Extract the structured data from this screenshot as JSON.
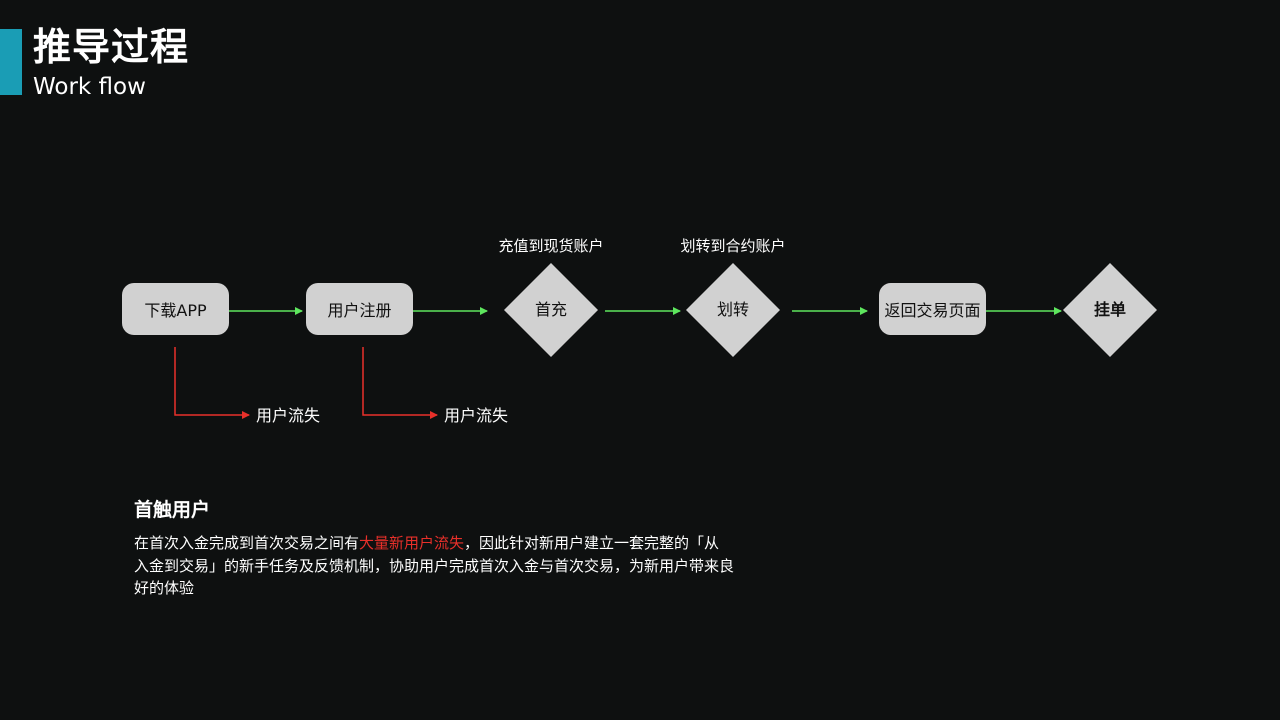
{
  "header": {
    "title": "推导过程",
    "subtitle": "Work flow"
  },
  "flow": {
    "nodes": [
      {
        "label": "下载APP",
        "shape": "rounded-rect"
      },
      {
        "label": "用户注册",
        "shape": "rounded-rect"
      },
      {
        "label": "首充",
        "shape": "diamond",
        "above": "充值到现货账户"
      },
      {
        "label": "划转",
        "shape": "diamond",
        "above": "划转到合约账户"
      },
      {
        "label": "返回交易页面",
        "shape": "rounded-rect"
      },
      {
        "label": "挂单",
        "shape": "diamond"
      }
    ],
    "loss_labels": [
      "用户流失",
      "用户流失"
    ],
    "colors": {
      "node_fill": "#d1d1d1",
      "flow_arrow": "#5ee65e",
      "loss_arrow": "#e8302a",
      "accent": "#1a9db5"
    }
  },
  "summary": {
    "heading": "首触用户",
    "text_before": "在首次入金完成到首次交易之间有",
    "highlight": "大量新用户流失",
    "text_after": "，因此针对新用户建立一套完整的「从入金到交易」的新手任务及反馈机制，协助用户完成首次入金与首次交易，为新用户带来良好的体验"
  }
}
